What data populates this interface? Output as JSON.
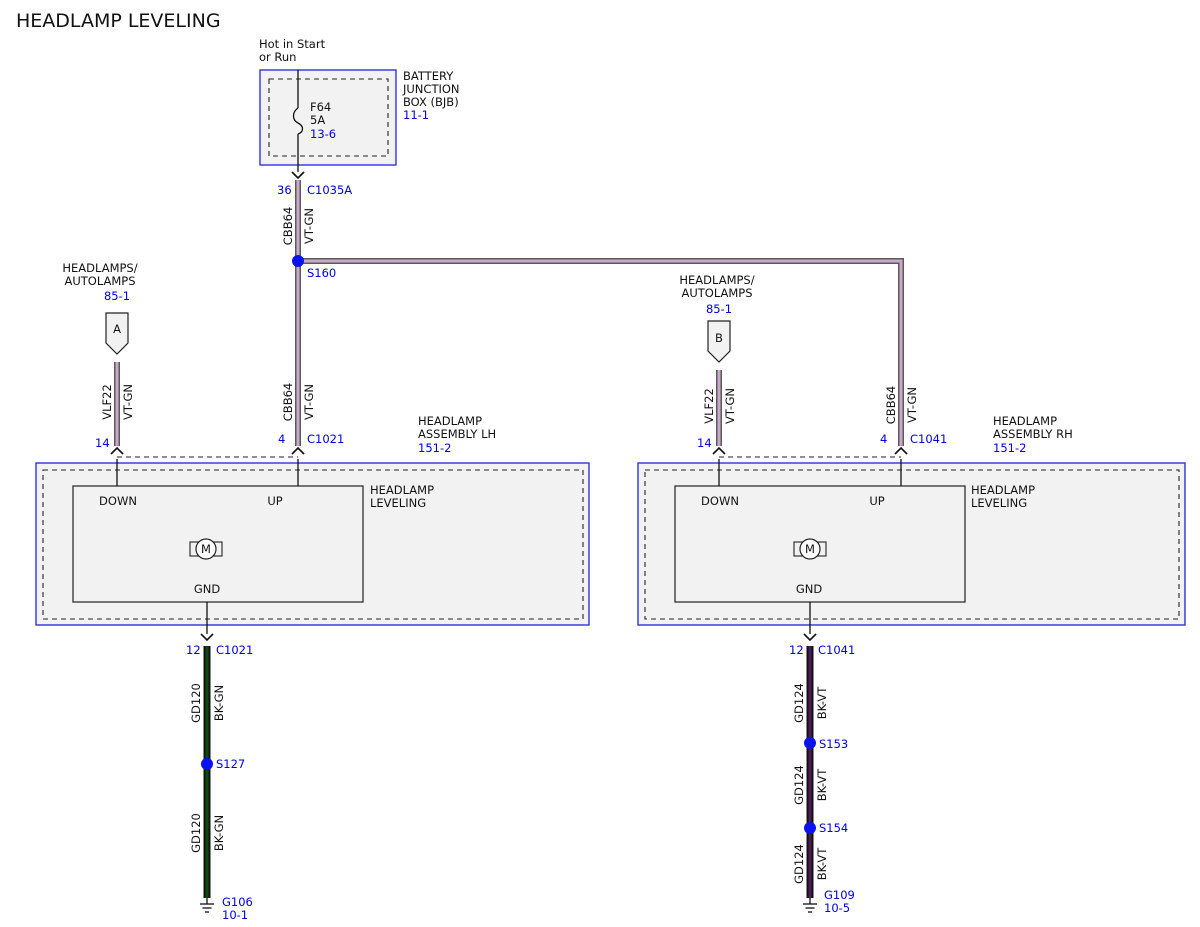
{
  "title": "HEADLAMP LEVELING",
  "colors": {
    "vt_gn_inner": "#c9a8cc",
    "vt_gn_outer": "#5a5a5a",
    "bk_gn_core": "#0b4a0b",
    "bk_gn_edge": "#111111",
    "bk_vt_core": "#4a1d55",
    "bk_vt_edge": "#111111",
    "splice": "#0a12ee",
    "ref_text": "#0000dd",
    "box_border": "#2222dd"
  },
  "power": {
    "label_line1": "Hot in Start",
    "label_line2": "or Run",
    "fuse_name": "F64",
    "fuse_rating": "5A",
    "fuse_ref": "13-6",
    "box_line1": "BATTERY",
    "box_line2": "JUNCTION",
    "box_line3": "BOX (BJB)",
    "box_ref": "11-1"
  },
  "connector_top": {
    "pin": "36",
    "name": "C1035A"
  },
  "wire_top": {
    "circuit": "CBB64",
    "color": "VT-GN"
  },
  "splice_s160": {
    "name": "S160"
  },
  "lh": {
    "source_line1": "HEADLAMPS/",
    "source_line2": "AUTOLAMPS",
    "source_ref": "85-1",
    "source_tag": "A",
    "wire_down": {
      "circuit": "VLF22",
      "color": "VT-GN"
    },
    "wire_up": {
      "circuit": "CBB64",
      "color": "VT-GN"
    },
    "pin_down": "14",
    "pin_up": "4",
    "connector": "C1021",
    "assembly_line1": "HEADLAMP",
    "assembly_line2": "ASSEMBLY LH",
    "assembly_ref": "151-2",
    "module_line1": "HEADLAMP",
    "module_line2": "LEVELING",
    "down_label": "DOWN",
    "up_label": "UP",
    "gnd_label": "GND",
    "motor_symbol": "M",
    "gnd_pin": "12",
    "gnd_connector": "C1021",
    "gnd_wire1": {
      "circuit": "GD120",
      "color": "BK-GN"
    },
    "splice": "S127",
    "gnd_wire2": {
      "circuit": "GD120",
      "color": "BK-GN"
    },
    "ground": "G106",
    "ground_ref": "10-1"
  },
  "rh": {
    "source_line1": "HEADLAMPS/",
    "source_line2": "AUTOLAMPS",
    "source_ref": "85-1",
    "source_tag": "B",
    "wire_down": {
      "circuit": "VLF22",
      "color": "VT-GN"
    },
    "wire_up": {
      "circuit": "CBB64",
      "color": "VT-GN"
    },
    "pin_down": "14",
    "pin_up": "4",
    "connector": "C1041",
    "assembly_line1": "HEADLAMP",
    "assembly_line2": "ASSEMBLY RH",
    "assembly_ref": "151-2",
    "module_line1": "HEADLAMP",
    "module_line2": "LEVELING",
    "down_label": "DOWN",
    "up_label": "UP",
    "gnd_label": "GND",
    "motor_symbol": "M",
    "gnd_pin": "12",
    "gnd_connector": "C1041",
    "gnd_wire1": {
      "circuit": "GD124",
      "color": "BK-VT"
    },
    "splice1": "S153",
    "gnd_wire2": {
      "circuit": "GD124",
      "color": "BK-VT"
    },
    "splice2": "S154",
    "gnd_wire3": {
      "circuit": "GD124",
      "color": "BK-VT"
    },
    "ground": "G109",
    "ground_ref": "10-5"
  }
}
